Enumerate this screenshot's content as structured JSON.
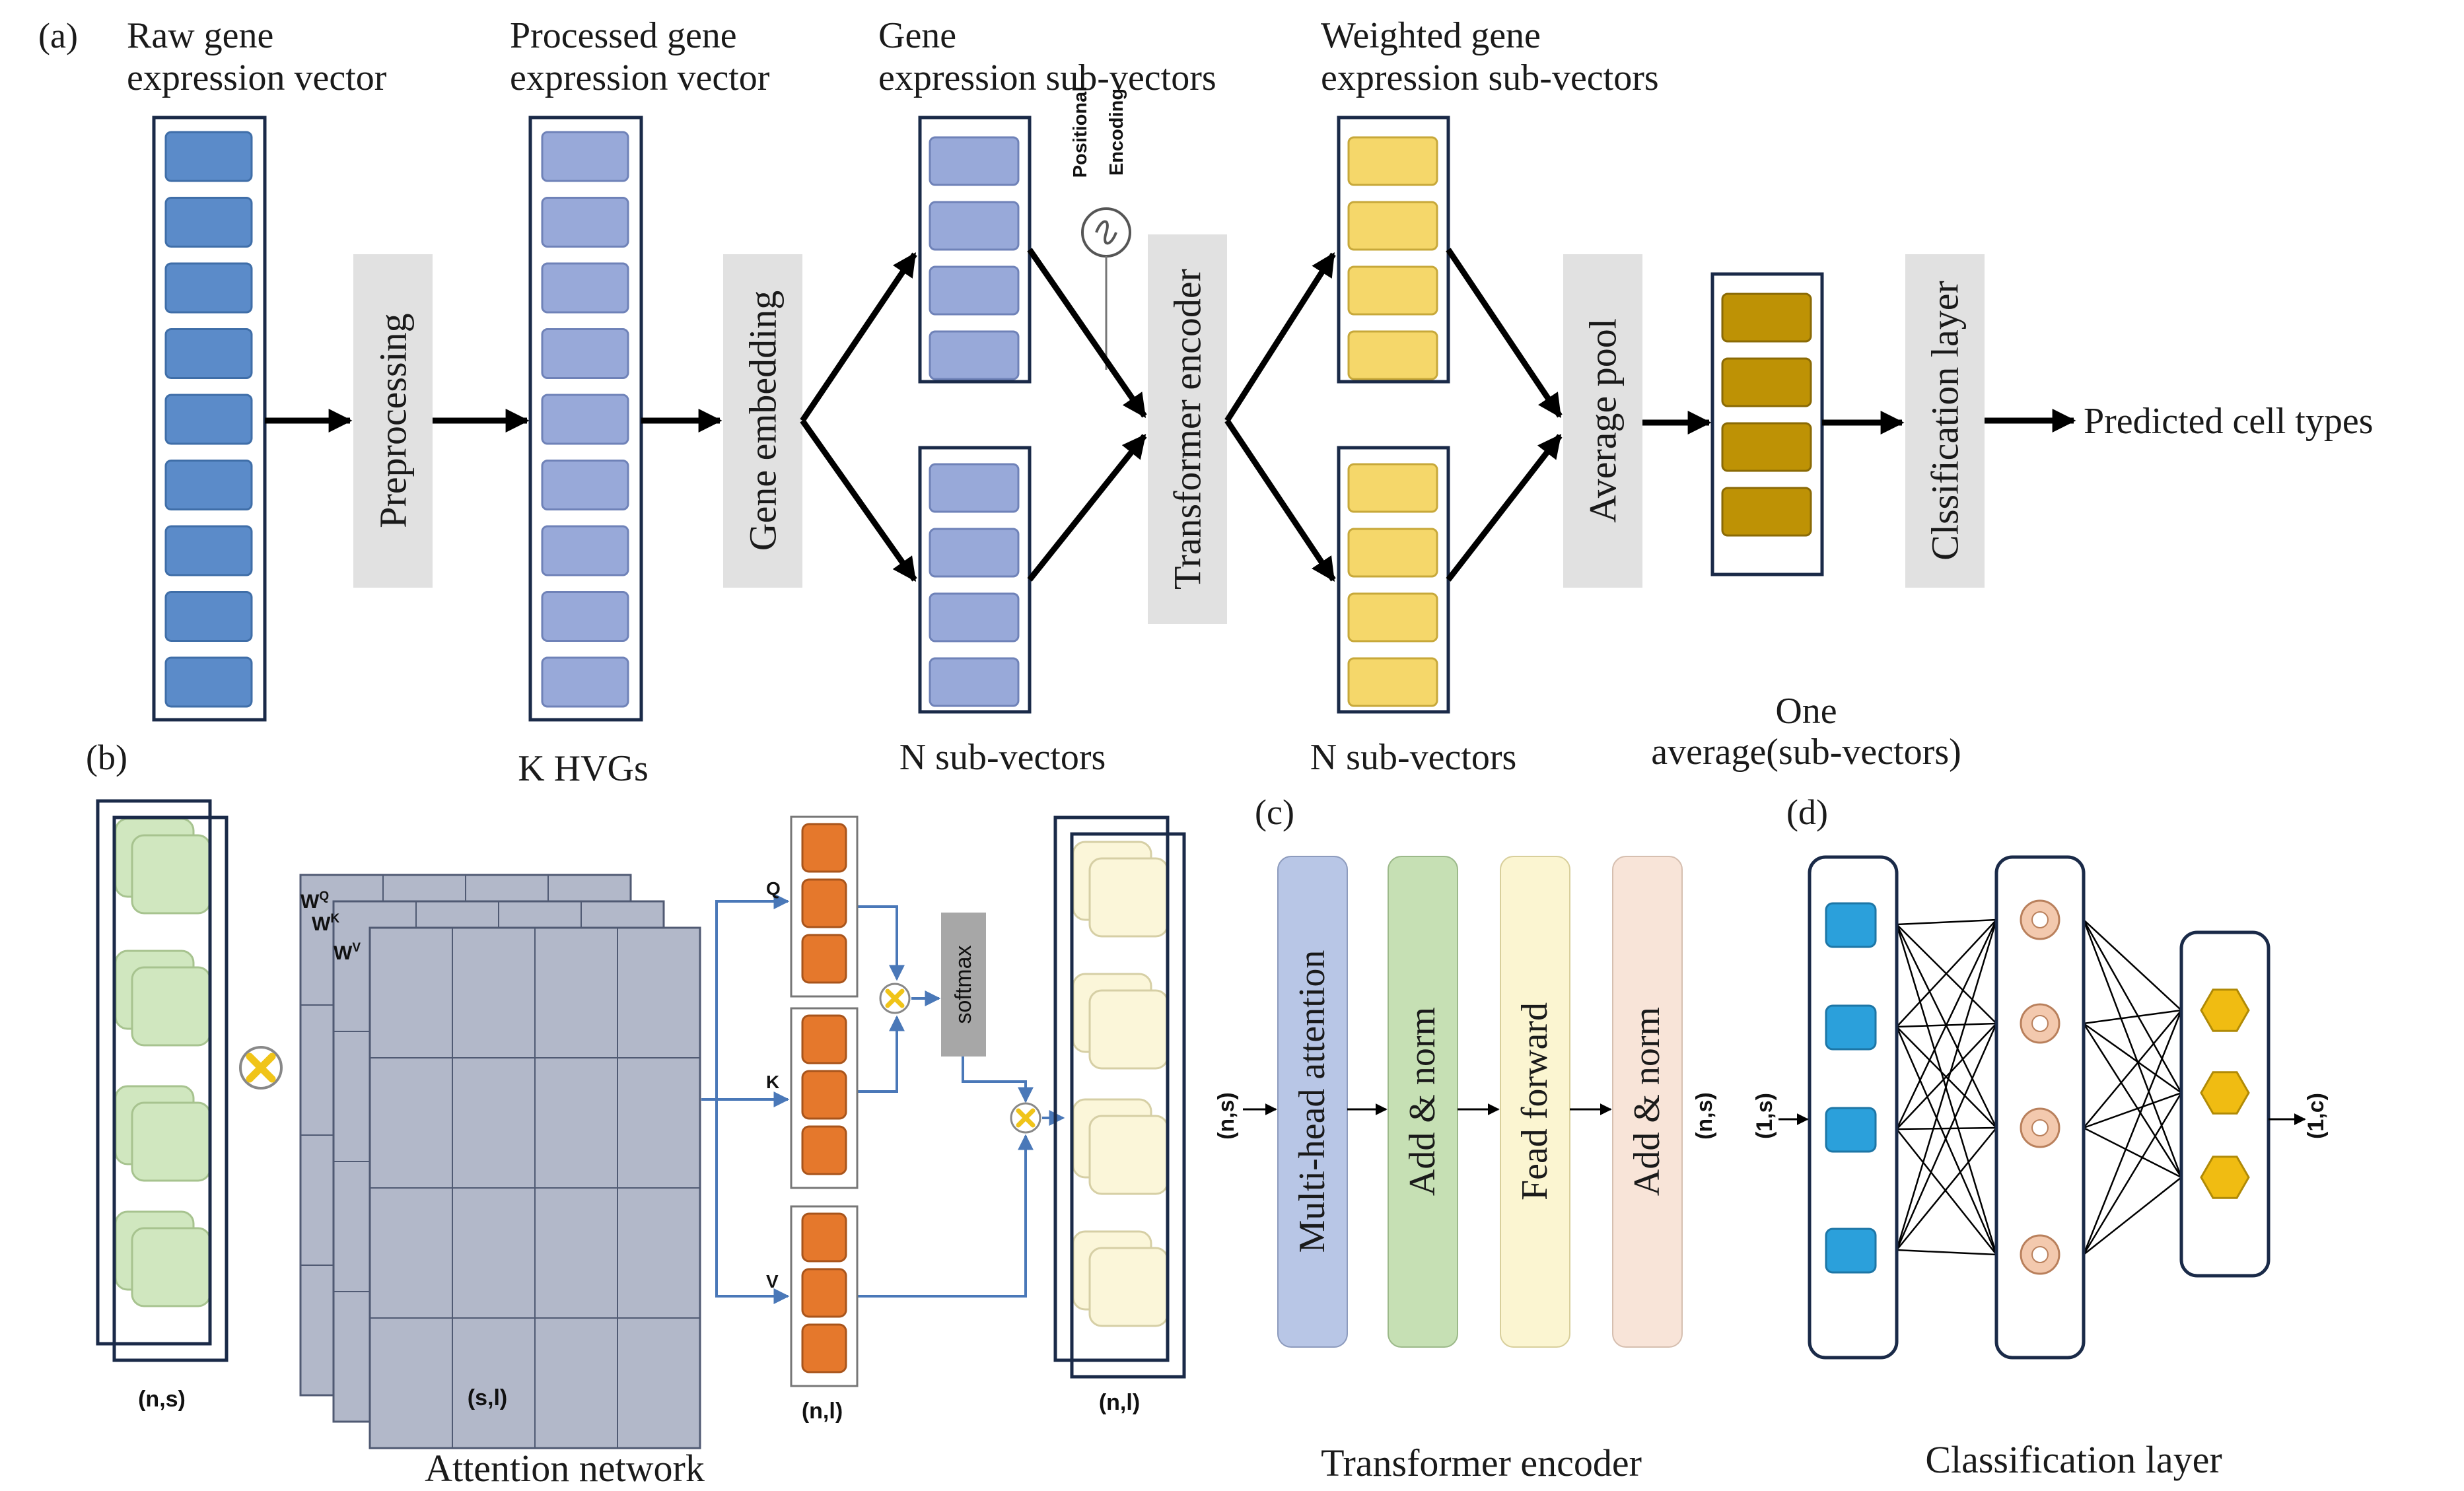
{
  "colors": {
    "frame": "#1a2a48",
    "raw": "#5b8bc9",
    "processed": "#98a9d9",
    "weighted": "#f5d76a",
    "pooled": "#be9205",
    "process_box": "#e1e1e1",
    "green_cell": "#d0e7bf",
    "cream_cell": "#fbf6d9",
    "orange_cell": "#e5782c",
    "grid": "#b2b8c9",
    "blue_arrow": "#4a78b8",
    "multiply": "#f0c419",
    "softmax_box": "#a7a7a7",
    "block_mha": "#b8c6e6",
    "block_addnorm1": "#c6e0b4",
    "block_ff": "#fbf5d1",
    "block_addnorm2": "#f8e4d8",
    "input_node": "#2ba0db",
    "hidden_node": "#f3c9ae",
    "output_node": "#f0bc12"
  },
  "panel_a": {
    "label": "(a)",
    "raw_title": [
      "Raw gene",
      "expression vector"
    ],
    "processed_title": [
      "Processed gene",
      "expression vector"
    ],
    "sub_title": [
      "Gene",
      "expression sub-vectors"
    ],
    "weighted_title": [
      "Weighted gene",
      "expression sub-vectors"
    ],
    "preprocessing": "Preprocessing",
    "gene_embedding": "Gene embedding",
    "transformer_encoder": "Transformer encoder",
    "average_pool": "Average pool",
    "classification_layer": "Clssification layer",
    "positional_encoding": [
      "Positional",
      "Encoding"
    ],
    "output": "Predicted cell types",
    "k_hvgs": "K HVGs",
    "n_sub_vectors_1": "N sub-vectors",
    "n_sub_vectors_2": "N sub-vectors",
    "one_average": [
      "One",
      "average(sub-vectors)"
    ]
  },
  "panel_b": {
    "label": "(b)",
    "wq": "W",
    "wq_sup": "Q",
    "wk": "W",
    "wk_sup": "K",
    "wv": "W",
    "wv_sup": "V",
    "q": "Q",
    "k": "K",
    "v": "V",
    "softmax": "softmax",
    "dim_ns": "(n,s)",
    "dim_sl": "(s,l)",
    "dim_nl_1": "(n,l)",
    "dim_nl_2": "(n,l)",
    "caption": "Attention network"
  },
  "panel_c": {
    "label": "(c)",
    "mha": "Multi-head attention",
    "addnorm1": "Add & norm",
    "ff": "Fead forward",
    "addnorm2": "Add & norm",
    "in_dim": "(n,s)",
    "out_dim": "(n,s)",
    "caption": "Transformer encoder"
  },
  "panel_d": {
    "label": "(d)",
    "in_dim": "(1,s)",
    "out_dim": "(1,c)",
    "caption": "Classification layer"
  }
}
